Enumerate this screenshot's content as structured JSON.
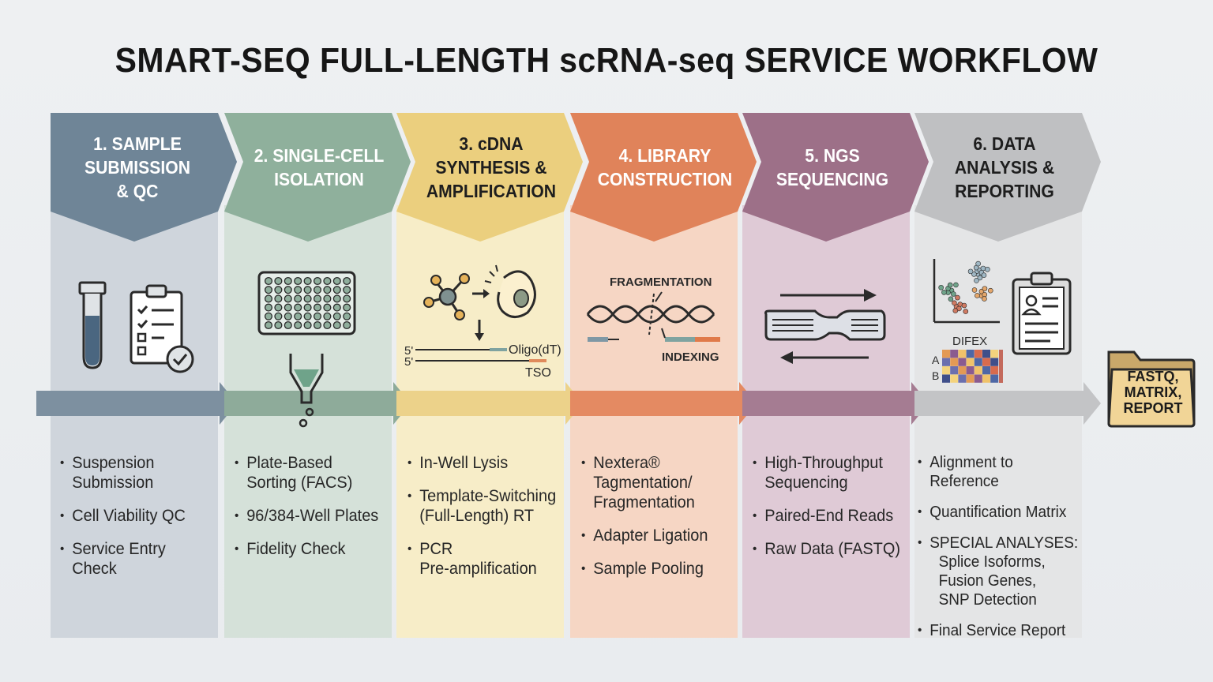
{
  "title": "SMART-SEQ FULL-LENGTH scRNA-seq SERVICE WORKFLOW",
  "colors": {
    "background": "#eceef0",
    "stage1": "#6f8597",
    "stage2": "#8fb09c",
    "stage3": "#ebcf7e",
    "stage4": "#e0835a",
    "stage5": "#9d7088",
    "stage6": "#bfc0c2"
  },
  "stages": [
    {
      "heading_lines": [
        "1. SAMPLE",
        "SUBMISSION",
        "& QC"
      ],
      "bullets": [
        [
          "Suspension",
          "Submission"
        ],
        [
          "Cell Viability QC"
        ],
        [
          "Service Entry",
          "Check"
        ]
      ]
    },
    {
      "heading_lines": [
        "2. SINGLE-CELL",
        "ISOLATION"
      ],
      "bullets": [
        [
          "Plate-Based",
          "Sorting (FACS)"
        ],
        [
          "96/384-Well Plates"
        ],
        [
          "Fidelity Check"
        ]
      ]
    },
    {
      "heading_lines": [
        "3. cDNA",
        "SYNTHESIS &",
        "AMPLIFICATION"
      ],
      "bullets": [
        [
          "In-Well Lysis"
        ],
        [
          "Template-Switching",
          "(Full-Length) RT"
        ],
        [
          "PCR",
          "Pre-amplification"
        ]
      ]
    },
    {
      "heading_lines": [
        "4. LIBRARY",
        "CONSTRUCTION"
      ],
      "bullets": [
        [
          "Nextera®",
          "Tagmentation/",
          "Fragmentation"
        ],
        [
          "Adapter Ligation"
        ],
        [
          "Sample Pooling"
        ]
      ]
    },
    {
      "heading_lines": [
        "5. NGS",
        "SEQUENCING"
      ],
      "bullets": [
        [
          "High-Throughput",
          "Sequencing"
        ],
        [
          "Paired-End Reads"
        ],
        [
          "Raw Data (FASTQ)"
        ]
      ]
    },
    {
      "heading_lines": [
        "6. DATA",
        "ANALYSIS &",
        "REPORTING"
      ],
      "bullets": [
        [
          "Alignment to Reference"
        ],
        [
          "Quantification Matrix"
        ],
        [
          "SPECIAL ANALYSES:",
          "Splice Isoforms,",
          "Fusion Genes,",
          "SNP Detection"
        ],
        [
          "Final Service Report"
        ]
      ]
    }
  ],
  "icons": {
    "stage1": [
      "test-tube-icon",
      "checklist-clipboard-icon"
    ],
    "stage2": [
      "well-plate-icon",
      "cell-sorter-nozzle-icon"
    ],
    "stage3": [
      "molecule-icon",
      "cell-lysis-icon",
      "cdna-strand-icon"
    ],
    "stage4": [
      "dna-fragmentation-icon"
    ],
    "stage5": [
      "flow-cell-icon"
    ],
    "stage6": [
      "scatter-plot-icon",
      "heatmap-icon",
      "report-clipboard-icon"
    ]
  },
  "labels": {
    "s5_prime_1": "5'",
    "s5_prime_2": "5'",
    "oligo_dt": "Oligo(dT)",
    "tso": "TSO",
    "fragmentation": "FRAGMENTATION",
    "indexing": "INDEXING",
    "difex": "DIFEX",
    "heatmap_row_a": "A",
    "heatmap_row_b": "B"
  },
  "final_output": {
    "lines": [
      "FASTQ,",
      "MATRIX,",
      "REPORT"
    ],
    "icon": "folder-icon"
  }
}
